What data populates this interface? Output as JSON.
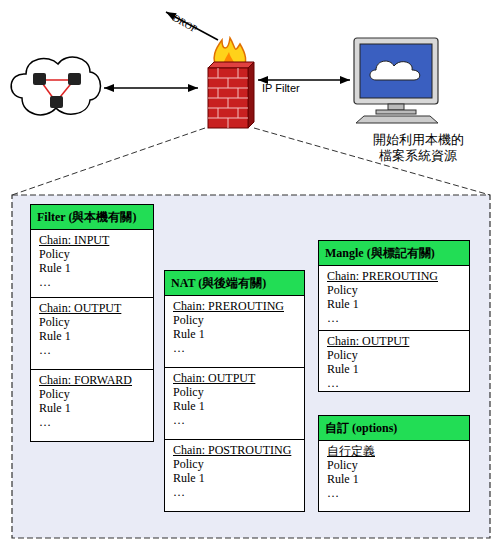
{
  "diagram": {
    "nodes": [
      {
        "text": [
          "IP Filter"
        ]
      },
      {
        "text": [
          "開始利用本機的 檔案系統資源"
        ]
      },
      {
        "text": [
          "Filter (與本機有關)"
        ]
      },
      {
        "text": [
          "Chain: INPUT",
          "Policy",
          "Rule 1",
          "…"
        ],
        "in": 2
      },
      {
        "text": [
          "Chain: OUTPUT",
          "Policy",
          "Rule 1",
          "…"
        ],
        "in": 2
      },
      {
        "text": [
          "Chain: FORWARD",
          "Policy",
          "Rule 1",
          "…"
        ],
        "in": 2
      },
      {
        "text": [
          "NAT (與後端有關)"
        ]
      },
      {
        "text": [
          "Chain: PREROUTING",
          "Policy",
          "Rule 1",
          "…"
        ],
        "in": 6
      },
      {
        "text": [
          "Chain: OUTPUT",
          "Policy",
          "Rule 1",
          "…"
        ],
        "in": 6
      },
      {
        "text": [
          "Chain: POSTROUTING",
          "Policy",
          "Rule 1",
          "…"
        ],
        "in": 6
      },
      {
        "text": [
          "Mangle (與標記有關)"
        ]
      },
      {
        "text": [
          "Chain: PREROUTING",
          "Policy",
          "Rule 1",
          "…"
        ],
        "in": 10
      },
      {
        "text": [
          "Chain: OUTPUT",
          "Policy",
          "Rule 1",
          "…"
        ],
        "in": 10
      },
      {
        "text": [
          "自訂 (options)"
        ]
      },
      {
        "text": [
          "自行定義",
          "Policy",
          "Rule 1",
          "…"
        ],
        "in": 13
      }
    ],
    "edges": [
      {
        "from": 0,
        "to": 1,
        "arrow": "both"
      }
    ],
    "labels": [
      "DROP"
    ]
  }
}
